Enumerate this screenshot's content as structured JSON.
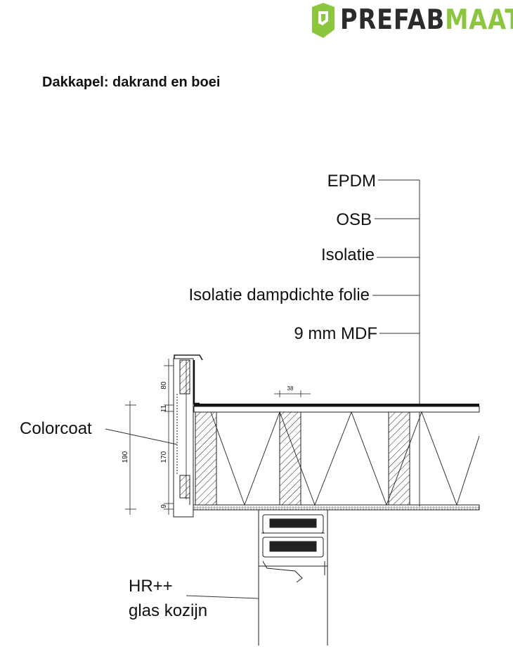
{
  "brand": {
    "name_part1": "PREFAB",
    "name_part2": "MAAT",
    "color_primary": "#2b2b2b",
    "color_accent": "#8cc63f",
    "icon": "house-badge-icon"
  },
  "title": "Dakkapel: dakrand en boei",
  "layers": {
    "epdm": "EPDM",
    "osb": "OSB",
    "isolatie": "Isolatie",
    "folie": "Isolatie dampdichte folie",
    "mdf": "9 mm MDF"
  },
  "side_labels": {
    "colorcoat": "Colorcoat",
    "kozijn_line1": "HR++",
    "kozijn_line2": "glas kozijn"
  },
  "dimensions": {
    "d80": "80",
    "d11": "11",
    "d190": "190",
    "d170": "170",
    "d9": "9",
    "d38": "38"
  }
}
